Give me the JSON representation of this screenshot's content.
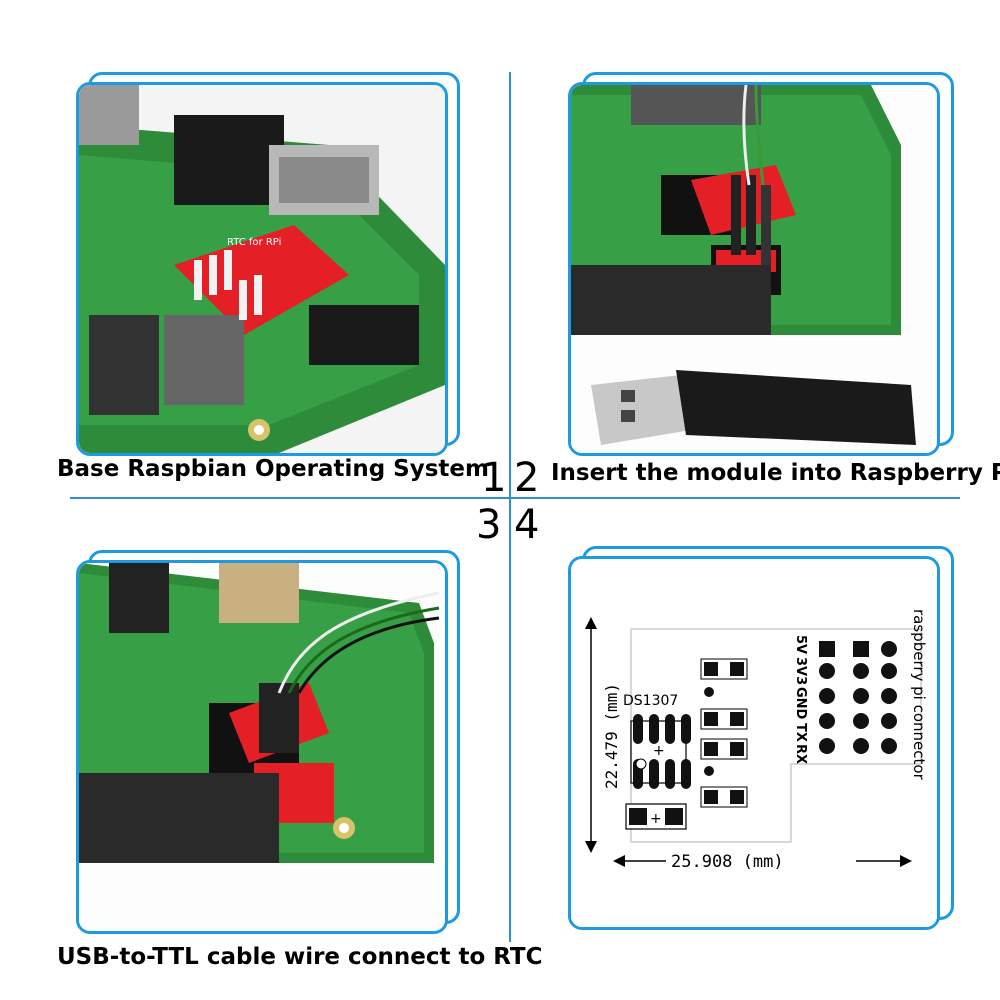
{
  "steps": [
    {
      "number": "1",
      "caption": "Base Raspbian Operating System"
    },
    {
      "number": "2",
      "caption": "Insert the module into Raspberry Pi"
    },
    {
      "number": "3",
      "caption": "USB-to-TTL cable wire connect to RTC"
    },
    {
      "number": "4",
      "caption": ""
    }
  ],
  "module_label": "RTC for RPi",
  "schematic": {
    "chip_label": "DS1307",
    "height_dim": "22.479 (mm)",
    "width_dim": "25.908 (mm)",
    "connector_label": "raspberry pi connector",
    "pin_labels": [
      "5V",
      "3V3",
      "GND",
      "TX",
      "RX"
    ]
  },
  "colors": {
    "accent": "#1e9be0",
    "pcb_green": "#2e8b3a",
    "module_red": "#e41f26"
  }
}
